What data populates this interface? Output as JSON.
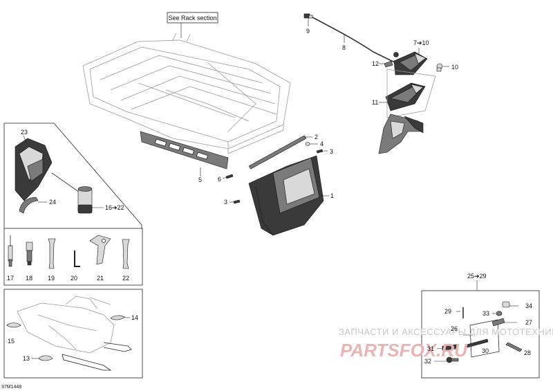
{
  "diagram_code": "37M1448",
  "rack_note": "See Rack section",
  "watermark": {
    "line1": "ЗАПЧАСТИ И АКСЕССУАРЫ ДЛЯ МОТОТЕХНИКИ",
    "line2": "PARTSFOX.RU"
  },
  "callouts": {
    "c1": "1",
    "c2": "2",
    "c3a": "3",
    "c3b": "3",
    "c4": "4",
    "c5": "5",
    "c6": "6",
    "c7": "7➔10",
    "c8": "8",
    "c9": "9",
    "c10": "10",
    "c11": "11",
    "c12": "12",
    "c13": "13",
    "c14": "14",
    "c15": "15",
    "c16": "16➔22",
    "c17": "17",
    "c18": "18",
    "c19": "19",
    "c20": "20",
    "c21": "21",
    "c22": "22",
    "c23": "23",
    "c24": "24",
    "c25": "25➔29",
    "c26": "26",
    "c27": "27",
    "c28": "28",
    "c29": "29",
    "c30": "30",
    "c31": "31",
    "c32": "32",
    "c33": "33",
    "c34": "34"
  }
}
